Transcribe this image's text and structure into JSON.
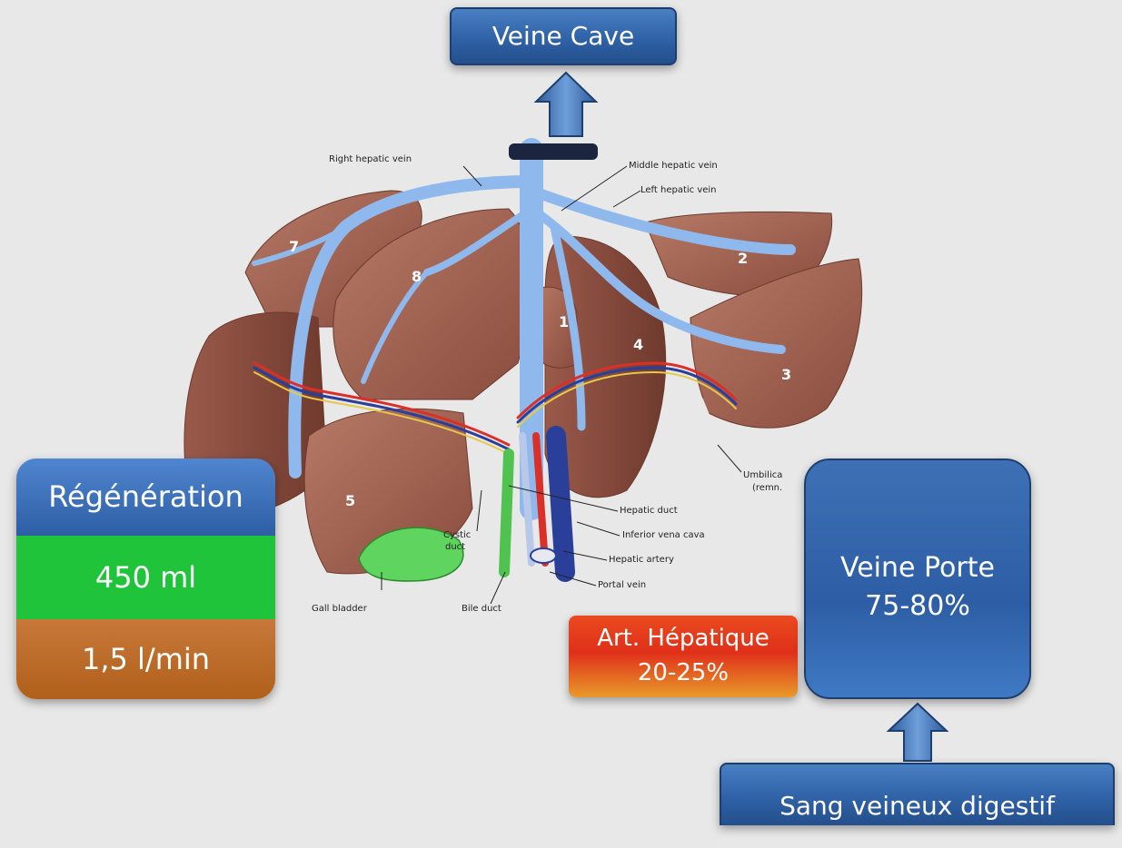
{
  "boxes": {
    "veine_cave": "Veine Cave",
    "regeneration": "Régénération",
    "volume": "450 ml",
    "flow": "1,5 l/min",
    "art_hepatique_title": "Art. Hépatique",
    "art_hepatique_pct": "20-25%",
    "veine_porte_title": "Veine Porte",
    "veine_porte_pct": "75-80%",
    "sang_veineux": "Sang veineux digestif"
  },
  "anatomy": {
    "right_hepatic_vein": "Right hepatic vein",
    "middle_hepatic_vein": "Middle hepatic vein",
    "left_hepatic_vein": "Left hepatic vein",
    "umbilical": "Umbilica",
    "umbilical_rem": "(remn.",
    "hepatic_duct": "Hepatic duct",
    "inferior_vena_cava": "Inferior vena cava",
    "hepatic_artery": "Hepatic artery",
    "portal_vein": "Portal vein",
    "cystic_duct_1": "Cystic",
    "cystic_duct_2": "duct",
    "bile_duct": "Bile duct",
    "gall_bladder": "Gall bladder"
  },
  "segments": [
    "1",
    "2",
    "3",
    "4",
    "5",
    "7",
    "8"
  ],
  "colors": {
    "liver": "#9a5a4a",
    "vein": "#8fb8ec",
    "gall": "#5fd45f",
    "artery": "#d9302a",
    "portal": "#2a3f9a",
    "box_blue": "#2f62a7",
    "green": "#1fc43a",
    "orange": "#c8701e"
  }
}
